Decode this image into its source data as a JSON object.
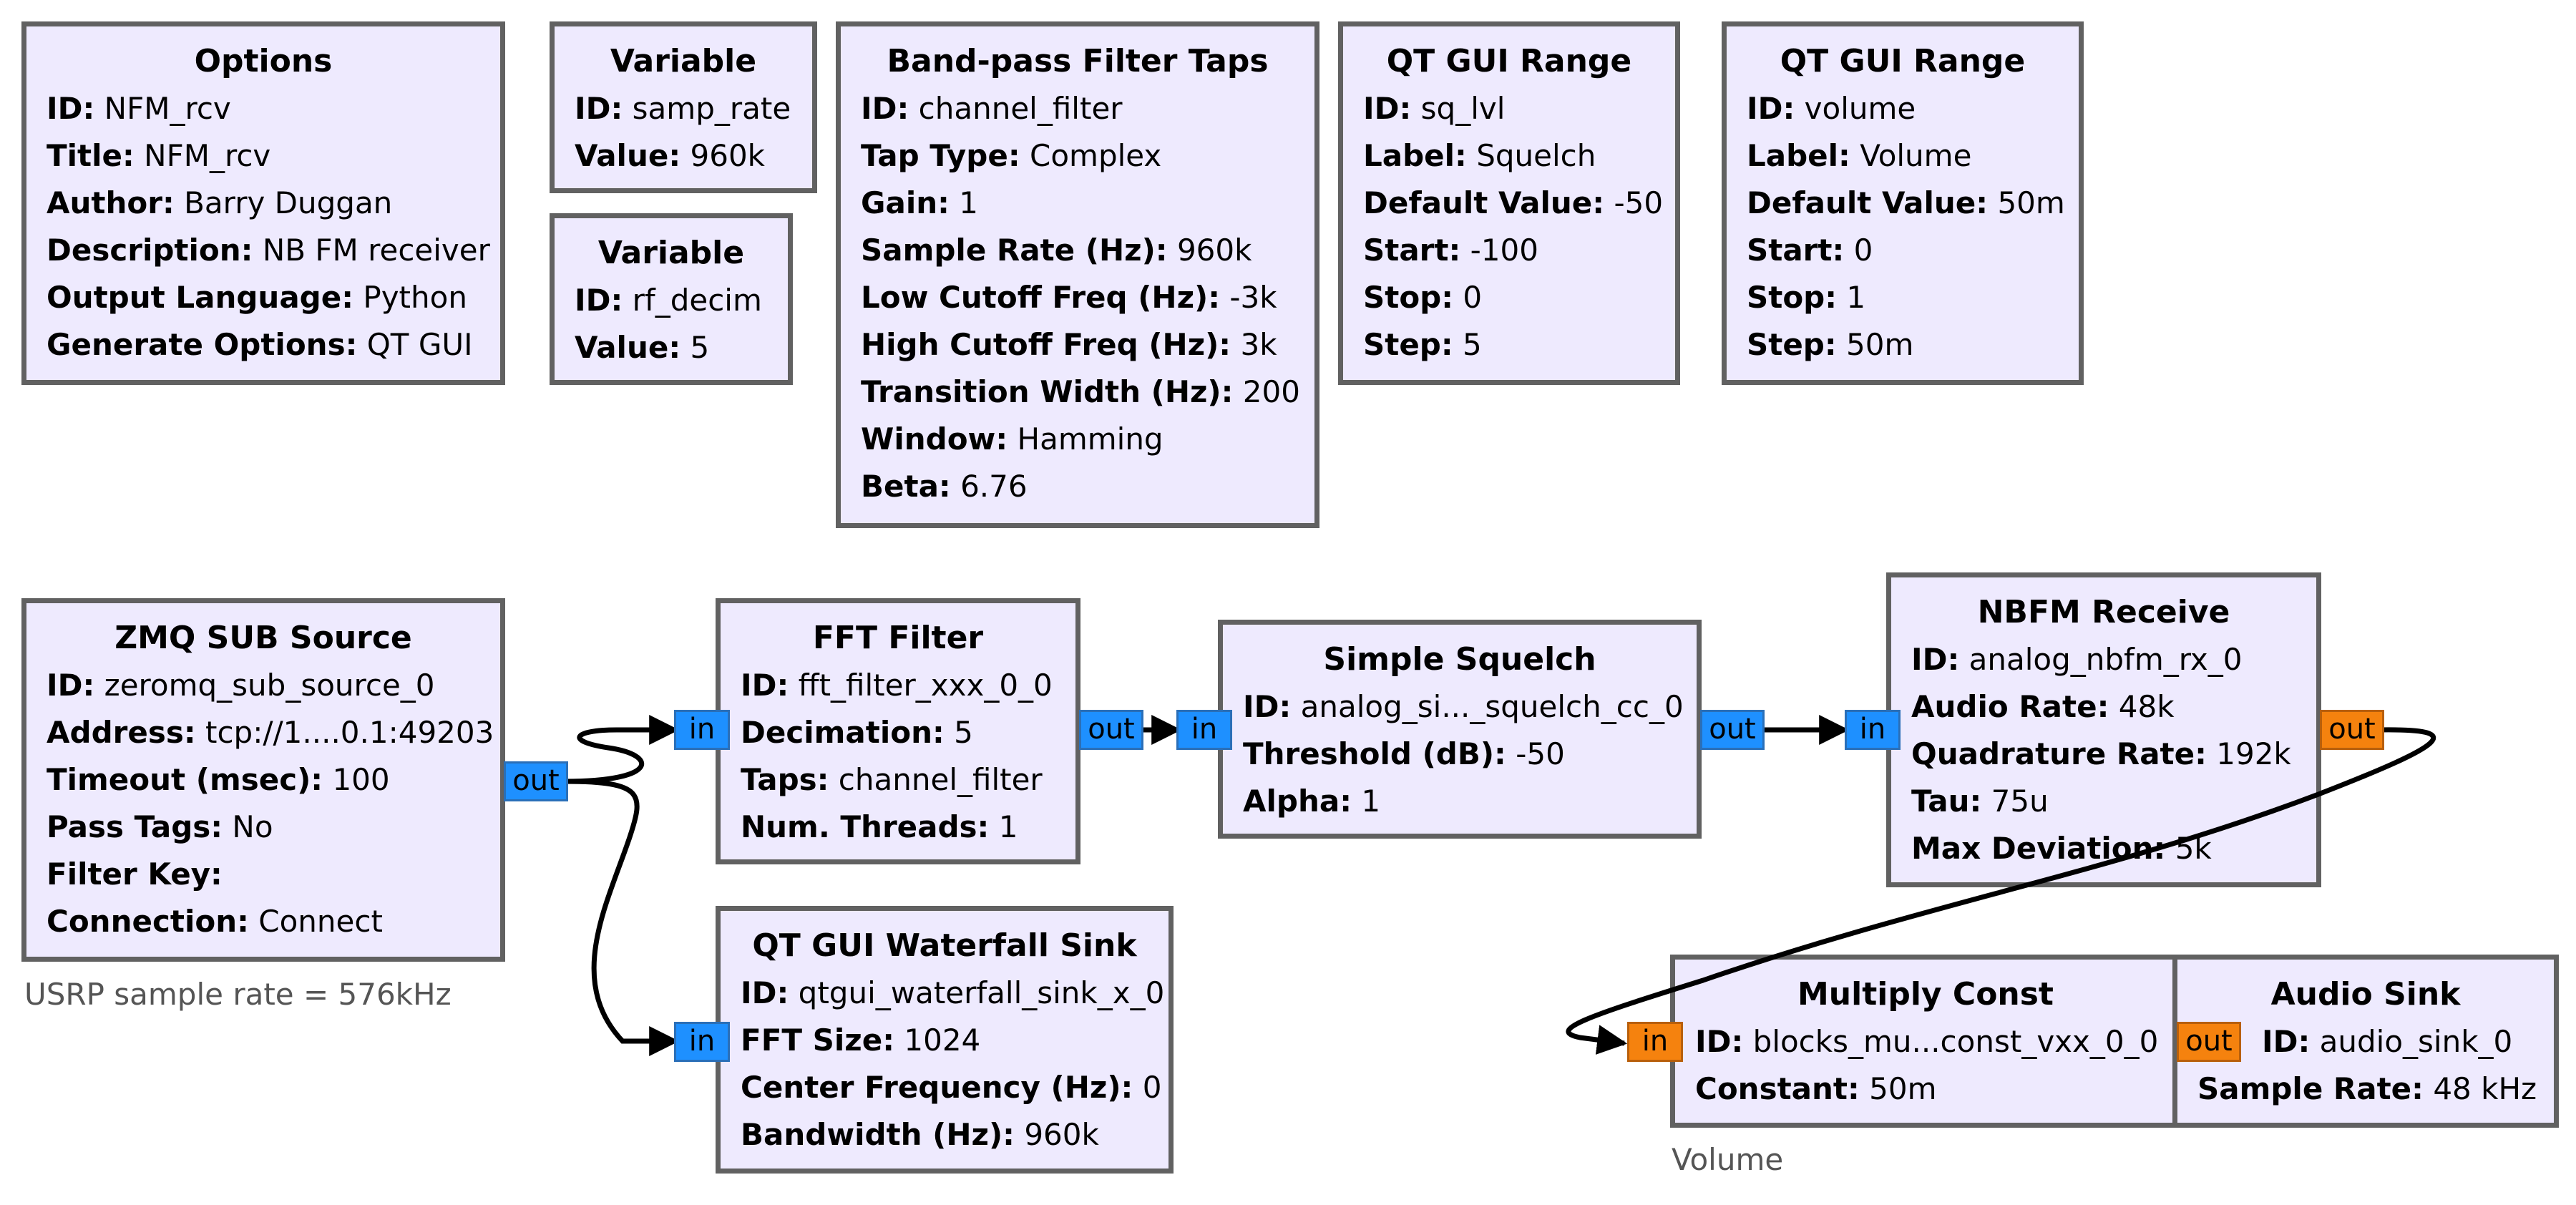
{
  "blocks": {
    "options": {
      "title": "Options",
      "params": [
        {
          "name": "ID:",
          "value": "NFM_rcv"
        },
        {
          "name": "Title:",
          "value": "NFM_rcv"
        },
        {
          "name": "Author:",
          "value": "Barry Duggan"
        },
        {
          "name": "Description:",
          "value": "NB FM receiver"
        },
        {
          "name": "Output Language:",
          "value": "Python"
        },
        {
          "name": "Generate Options:",
          "value": "QT GUI"
        }
      ]
    },
    "var_samp_rate": {
      "title": "Variable",
      "params": [
        {
          "name": "ID:",
          "value": "samp_rate"
        },
        {
          "name": "Value:",
          "value": "960k"
        }
      ]
    },
    "var_rf_decim": {
      "title": "Variable",
      "params": [
        {
          "name": "ID:",
          "value": "rf_decim"
        },
        {
          "name": "Value:",
          "value": "5"
        }
      ]
    },
    "bandpass": {
      "title": "Band-pass Filter Taps",
      "params": [
        {
          "name": "ID:",
          "value": "channel_filter"
        },
        {
          "name": "Tap Type:",
          "value": "Complex"
        },
        {
          "name": "Gain:",
          "value": "1"
        },
        {
          "name": "Sample Rate (Hz):",
          "value": "960k"
        },
        {
          "name": "Low Cutoff Freq (Hz):",
          "value": "-3k"
        },
        {
          "name": "High Cutoff Freq (Hz):",
          "value": "3k"
        },
        {
          "name": "Transition Width (Hz):",
          "value": "200"
        },
        {
          "name": "Window:",
          "value": "Hamming"
        },
        {
          "name": "Beta:",
          "value": "6.76"
        }
      ]
    },
    "range_sq": {
      "title": "QT GUI Range",
      "params": [
        {
          "name": "ID:",
          "value": "sq_lvl"
        },
        {
          "name": "Label:",
          "value": "Squelch"
        },
        {
          "name": "Default Value:",
          "value": "-50"
        },
        {
          "name": "Start:",
          "value": "-100"
        },
        {
          "name": "Stop:",
          "value": "0"
        },
        {
          "name": "Step:",
          "value": "5"
        }
      ]
    },
    "range_vol": {
      "title": "QT GUI Range",
      "params": [
        {
          "name": "ID:",
          "value": "volume"
        },
        {
          "name": "Label:",
          "value": "Volume"
        },
        {
          "name": "Default Value:",
          "value": "50m"
        },
        {
          "name": "Start:",
          "value": "0"
        },
        {
          "name": "Stop:",
          "value": "1"
        },
        {
          "name": "Step:",
          "value": "50m"
        }
      ]
    },
    "zmq": {
      "title": "ZMQ SUB Source",
      "params": [
        {
          "name": "ID:",
          "value": "zeromq_sub_source_0"
        },
        {
          "name": "Address:",
          "value": "tcp://1....0.1:49203"
        },
        {
          "name": "Timeout (msec):",
          "value": "100"
        },
        {
          "name": "Pass Tags:",
          "value": "No"
        },
        {
          "name": "Filter Key:",
          "value": ""
        },
        {
          "name": "Connection:",
          "value": "Connect"
        }
      ],
      "comment": "USRP sample rate = 576kHz",
      "ports": {
        "out": "out"
      }
    },
    "fft": {
      "title": "FFT Filter",
      "params": [
        {
          "name": "ID:",
          "value": "fft_filter_xxx_0_0"
        },
        {
          "name": "Decimation:",
          "value": "5"
        },
        {
          "name": "Taps:",
          "value": "channel_filter"
        },
        {
          "name": "Num. Threads:",
          "value": "1"
        }
      ],
      "ports": {
        "in": "in",
        "out": "out"
      }
    },
    "squelch": {
      "title": "Simple Squelch",
      "params": [
        {
          "name": "ID:",
          "value": "analog_si..._squelch_cc_0"
        },
        {
          "name": "Threshold (dB):",
          "value": "-50"
        },
        {
          "name": "Alpha:",
          "value": "1"
        }
      ],
      "ports": {
        "in": "in",
        "out": "out"
      }
    },
    "nbfm": {
      "title": "NBFM Receive",
      "params": [
        {
          "name": "ID:",
          "value": "analog_nbfm_rx_0"
        },
        {
          "name": "Audio Rate:",
          "value": "48k"
        },
        {
          "name": "Quadrature Rate:",
          "value": "192k"
        },
        {
          "name": "Tau:",
          "value": "75u"
        },
        {
          "name": "Max Deviation:",
          "value": "5k"
        }
      ],
      "ports": {
        "in": "in",
        "out": "out"
      }
    },
    "waterfall": {
      "title": "QT GUI Waterfall Sink",
      "params": [
        {
          "name": "ID:",
          "value": "qtgui_waterfall_sink_x_0"
        },
        {
          "name": "FFT Size:",
          "value": "1024"
        },
        {
          "name": "Center Frequency (Hz):",
          "value": "0"
        },
        {
          "name": "Bandwidth (Hz):",
          "value": "960k"
        }
      ],
      "ports": {
        "in": "in"
      }
    },
    "multiply": {
      "title": "Multiply Const",
      "params": [
        {
          "name": "ID:",
          "value": "blocks_mu...const_vxx_0_0"
        },
        {
          "name": "Constant:",
          "value": "50m"
        }
      ],
      "comment": "Volume",
      "ports": {
        "in": "in",
        "out": "out"
      }
    },
    "audio": {
      "title": "Audio Sink",
      "params": [
        {
          "name": "ID:",
          "value": "audio_sink_0"
        },
        {
          "name": "Sample Rate:",
          "value": "48 kHz"
        }
      ]
    }
  },
  "colors": {
    "block_fill": "#eeeafe",
    "block_border": "#616161",
    "complex_port": "#1e90ff",
    "float_port": "#f5820e",
    "wire": "#000000"
  }
}
